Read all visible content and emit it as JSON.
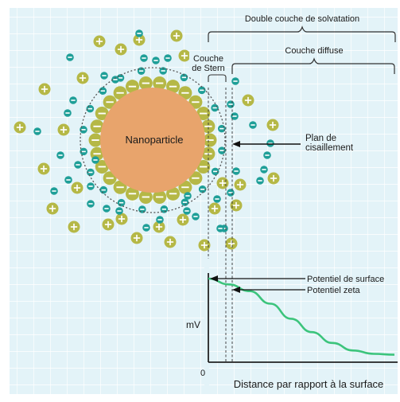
{
  "labels": {
    "double_layer": "Double couche de solvatation",
    "diffuse_layer": "Couche diffuse",
    "stern_line1": "Couche",
    "stern_line2": "de Stern",
    "nanoparticle": "Nanoparticle",
    "shear_plane_line1": "Plan de",
    "shear_plane_line2": "cisaillement",
    "surface_potential": "Potentiel de surface",
    "zeta_potential": "Potentiel zeta",
    "y_axis": "mV",
    "origin": "0",
    "x_axis": "Distance par rapport à la surface"
  },
  "colors": {
    "grid_background": "#e3f3f8",
    "grid_lines": "#ffffff",
    "particle": "#e8a46c",
    "stern_ion": "#b5b846",
    "diffuse_cation": "#b5b846",
    "anion": "#1f9f98",
    "potential_curve": "#3cc47c"
  },
  "chart_data": {
    "type": "line",
    "series": [
      {
        "values": [
          1.0,
          0.93,
          0.85,
          0.7,
          0.52,
          0.36,
          0.23,
          0.14,
          0.1,
          0.09
        ]
      }
    ],
    "ylim": [
      0,
      1
    ]
  }
}
